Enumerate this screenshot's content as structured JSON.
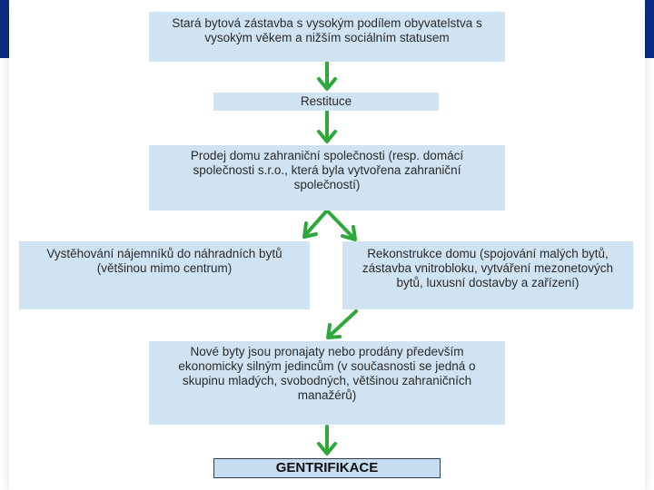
{
  "diagram": {
    "box1": "Stará bytová zástavba s vysokým podílem obyvatelstva s vysokým věkem a nižším sociálním statusem",
    "box2": "Restituce",
    "box3": "Prodej domu zahraniční společnosti (resp. domácí společnosti s.r.o., která byla vytvořena zahraniční společností)",
    "box4_left": "Vystěhování nájemníků do náhradních bytů (většinou mimo centrum)",
    "box4_right": "Rekonstrukce domu (spojování malých bytů, zástavba vnitrobloku, vytváření mezonetových bytů, luxusní dostavby a zařízení)",
    "box5": "Nové byty jsou pronajaty nebo prodány především ekonomicky silným jedincům (v současnosti se jedná o skupinu mladých, svobodných, většinou zahraničních manažérů)",
    "final": "GENTRIFIKACE"
  },
  "colors": {
    "header_band": "#0a2c82",
    "box_fill": "#cfe3f3",
    "arrow": "#2ea83a"
  }
}
